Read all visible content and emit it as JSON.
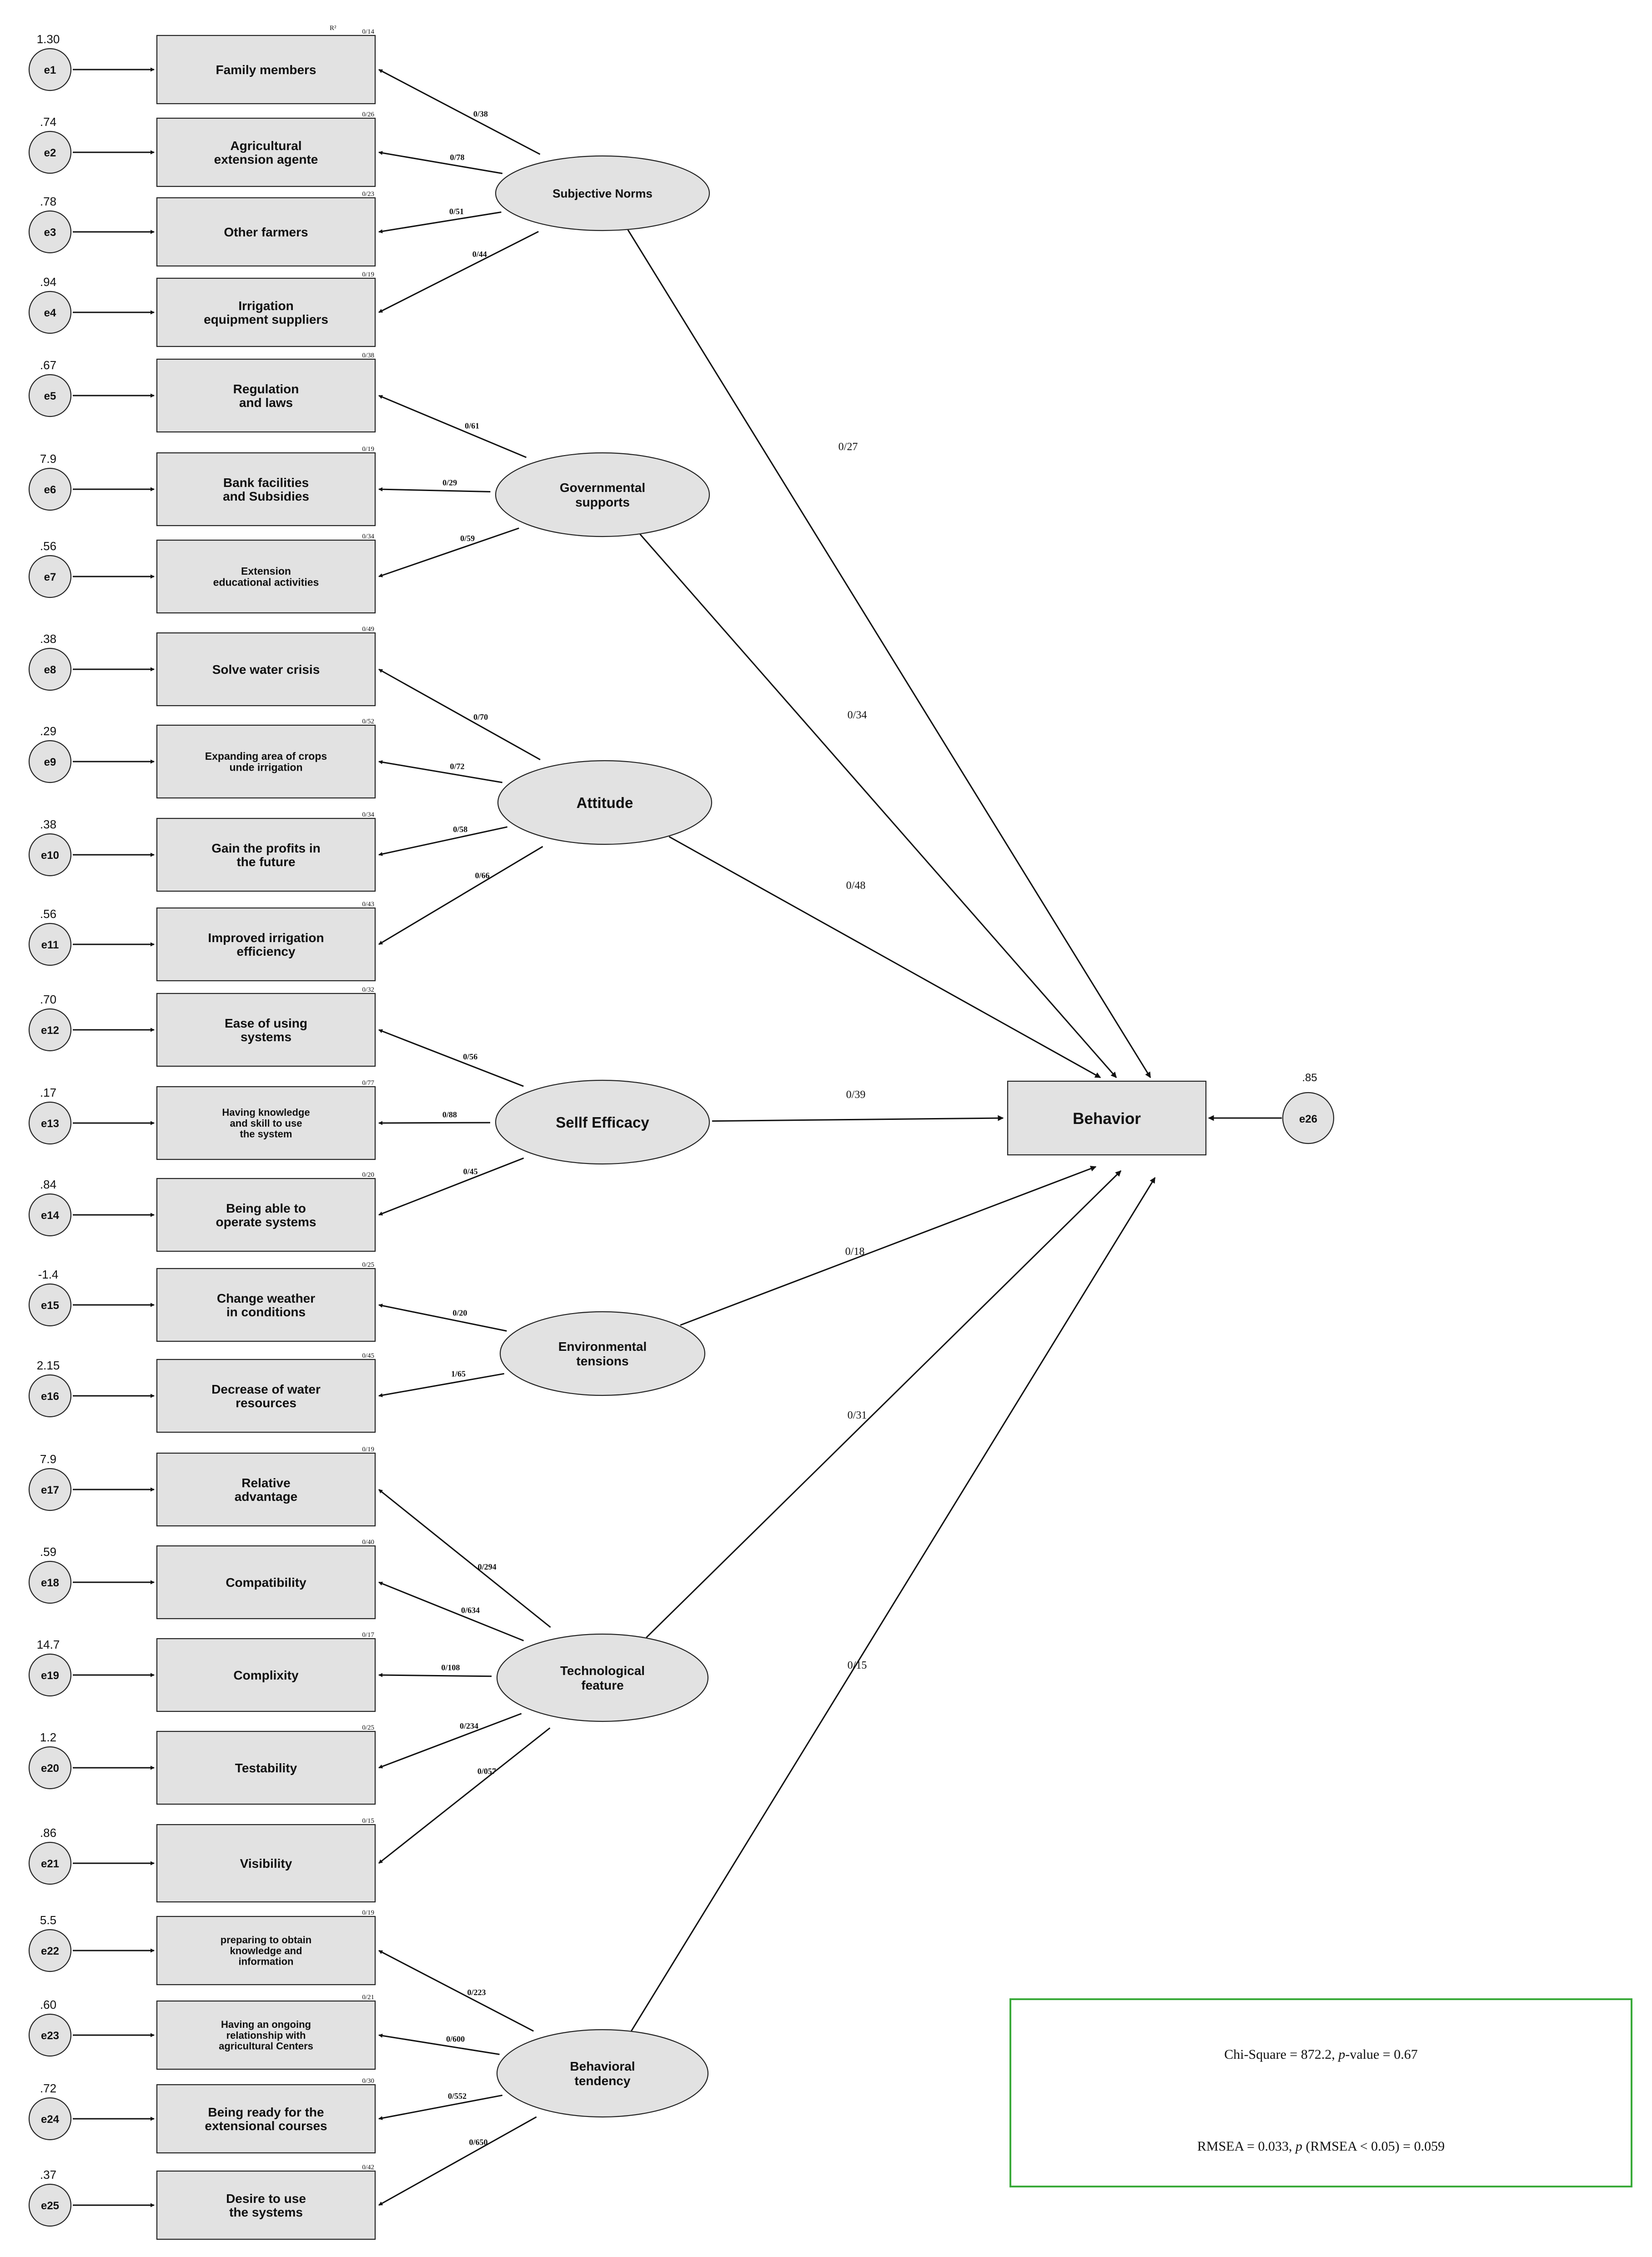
{
  "r2_marker": "R²",
  "indicators": [
    {
      "error": "e1",
      "variance": "1.30",
      "r2": "0/14",
      "lines": [
        "Family members"
      ]
    },
    {
      "error": "e2",
      "variance": ".74",
      "r2": "0/26",
      "lines": [
        "Agricultural",
        "extension agente"
      ]
    },
    {
      "error": "e3",
      "variance": ".78",
      "r2": "0/23",
      "lines": [
        "Other farmers"
      ]
    },
    {
      "error": "e4",
      "variance": ".94",
      "r2": "0/19",
      "lines": [
        "Irrigation",
        "equipment suppliers"
      ]
    },
    {
      "error": "e5",
      "variance": ".67",
      "r2": "0/38",
      "lines": [
        "Regulation",
        "and laws"
      ]
    },
    {
      "error": "e6",
      "variance": "7.9",
      "r2": "0/19",
      "lines": [
        "Bank facilities",
        "and Subsidies"
      ]
    },
    {
      "error": "e7",
      "variance": ".56",
      "r2": "0/34",
      "lines": [
        "Extension",
        "educational activities"
      ]
    },
    {
      "error": "e8",
      "variance": ".38",
      "r2": "0/49",
      "lines": [
        "Solve water crisis"
      ]
    },
    {
      "error": "e9",
      "variance": ".29",
      "r2": "0/52",
      "lines": [
        "Expanding area of crops",
        "unde irrigation"
      ]
    },
    {
      "error": "e10",
      "variance": ".38",
      "r2": "0/34",
      "lines": [
        "Gain the profits in",
        "the future"
      ]
    },
    {
      "error": "e11",
      "variance": ".56",
      "r2": "0/43",
      "lines": [
        "Improved irrigation",
        "efficiency"
      ]
    },
    {
      "error": "e12",
      "variance": ".70",
      "r2": "0/32",
      "lines": [
        "Ease of using",
        "systems"
      ]
    },
    {
      "error": "e13",
      "variance": ".17",
      "r2": "0/77",
      "lines": [
        "Having knowledge",
        "and skill to use",
        "the system"
      ]
    },
    {
      "error": "e14",
      "variance": ".84",
      "r2": "0/20",
      "lines": [
        "Being able to",
        "operate systems"
      ]
    },
    {
      "error": "e15",
      "variance": "-1.4",
      "r2": "0/25",
      "lines": [
        "Change weather",
        "in conditions"
      ]
    },
    {
      "error": "e16",
      "variance": "2.15",
      "r2": "0/45",
      "lines": [
        "Decrease of water",
        "resources"
      ]
    },
    {
      "error": "e17",
      "variance": "7.9",
      "r2": "0/19",
      "lines": [
        "Relative",
        "advantage"
      ]
    },
    {
      "error": "e18",
      "variance": ".59",
      "r2": "0/40",
      "lines": [
        "Compatibility"
      ]
    },
    {
      "error": "e19",
      "variance": "14.7",
      "r2": "0/17",
      "lines": [
        "Complixity"
      ]
    },
    {
      "error": "e20",
      "variance": "1.2",
      "r2": "0/25",
      "lines": [
        "Testability"
      ]
    },
    {
      "error": "e21",
      "variance": ".86",
      "r2": "0/15",
      "lines": [
        "Visibility"
      ]
    },
    {
      "error": "e22",
      "variance": "5.5",
      "r2": "0/19",
      "lines": [
        "preparing to obtain",
        "knowledge and",
        "information"
      ]
    },
    {
      "error": "e23",
      "variance": ".60",
      "r2": "0/21",
      "lines": [
        "Having an ongoing",
        "relationship with",
        "agricultural Centers"
      ]
    },
    {
      "error": "e24",
      "variance": ".72",
      "r2": "0/30",
      "lines": [
        "Being ready for the",
        "extensional courses"
      ]
    },
    {
      "error": "e25",
      "variance": ".37",
      "r2": "0/42",
      "lines": [
        "Desire to use",
        "the systems"
      ]
    }
  ],
  "latents": [
    {
      "lines": [
        "Subjective Norms"
      ],
      "loadings": [
        "0/38",
        "0/78",
        "0/51",
        "0/44"
      ],
      "path_to_behavior": "0/27"
    },
    {
      "lines": [
        "Governmental",
        "supports"
      ],
      "loadings": [
        "0/61",
        "0/29",
        "0/59"
      ],
      "path_to_behavior": "0/34"
    },
    {
      "lines": [
        "Attitude"
      ],
      "loadings": [
        "0/70",
        "0/72",
        "0/58",
        "0/66"
      ],
      "path_to_behavior": "0/48"
    },
    {
      "lines": [
        "Sellf Efficacy"
      ],
      "loadings": [
        "0/56",
        "0/88",
        "0/45"
      ],
      "path_to_behavior": "0/39"
    },
    {
      "lines": [
        "Environmental",
        "tensions"
      ],
      "loadings": [
        "0/20",
        "1/65"
      ],
      "path_to_behavior": "0/18"
    },
    {
      "lines": [
        "Technological",
        "feature"
      ],
      "loadings": [
        "0/294",
        "0/634",
        "0/108",
        "0/234",
        "0/057"
      ],
      "path_to_behavior": "0/31"
    },
    {
      "lines": [
        "Behavioral",
        "tendency"
      ],
      "loadings": [
        "0/223",
        "0/600",
        "0/552",
        "0/650"
      ],
      "path_to_behavior": "0/15"
    }
  ],
  "outcome": {
    "label": "Behavior",
    "error": "e26",
    "variance": ".85"
  },
  "fit": {
    "line1_prefix": "Chi-Square = 872.2, ",
    "line1_p": "p",
    "line1_suffix": "-value = 0.67",
    "line2_prefix": "RMSEA = 0.033, ",
    "line2_p": "p",
    "line2_suffix": " (RMSEA < 0.05) = 0.059"
  }
}
